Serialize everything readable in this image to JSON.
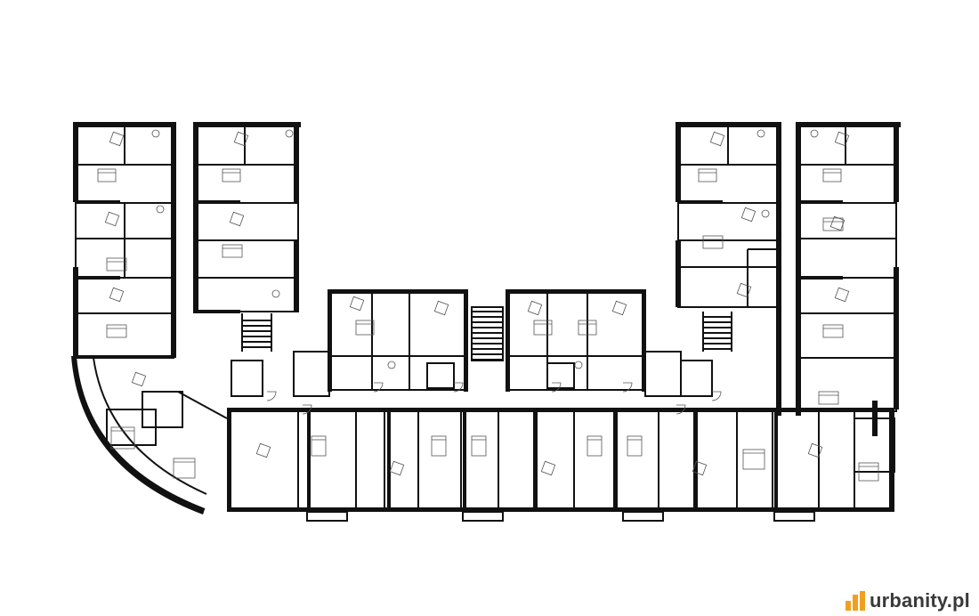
{
  "image": {
    "type": "architectural floor plan",
    "style": "black and white line drawing",
    "background_color": "#ffffff",
    "line_color": "#111111"
  },
  "watermark": {
    "text": "urbanity.pl",
    "icon": "bar-chart-logo-icon",
    "icon_color": "#f0a020"
  }
}
